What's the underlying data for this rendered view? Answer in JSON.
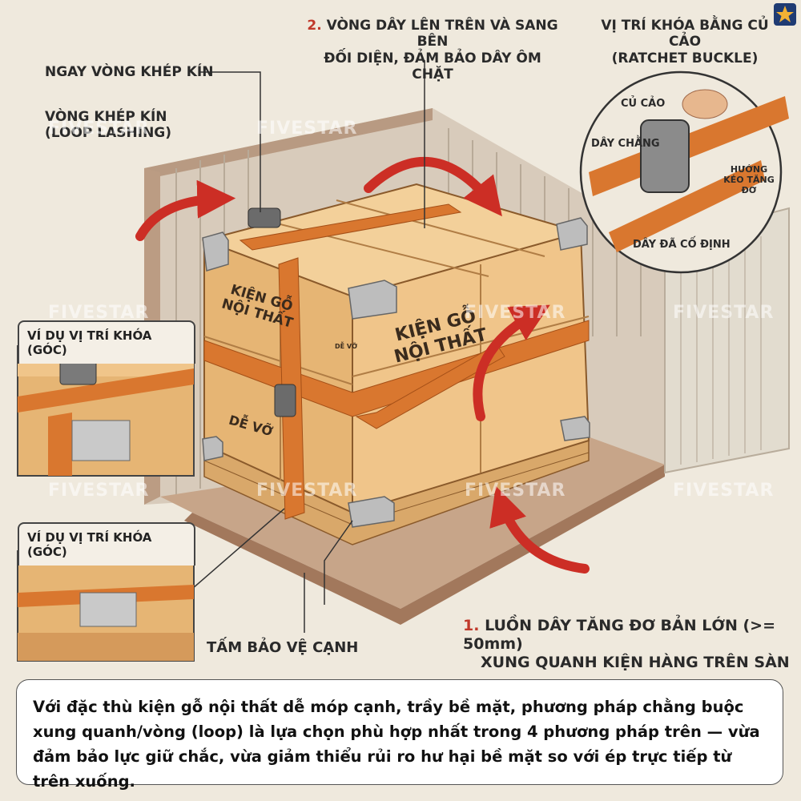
{
  "labels": {
    "loop_close": "NGAY VÒNG KHÉP KÍN",
    "loop_lashing_1": "VÒNG KHÉP KÍN",
    "loop_lashing_2": "(LOOP LASHING)",
    "step2_num": "2.",
    "step2_line1": "VÒNG DÂY LÊN TRÊN VÀ SANG BÊN",
    "step2_line2": "ĐỐI DIỆN, ĐẢM BẢO DÂY ÔM CHẶT",
    "buckle_line1": "VỊ TRÍ KHÓA BẰNG CỦ CẢO",
    "buckle_line2": "(RATCHET BUCKLE)",
    "step1_num": "1.",
    "step1_line1": "LUỒN DÂY TĂNG ĐƠ BẢN LỚN (>= 50mm)",
    "step1_line2": "XUNG QUANH KIỆN HÀNG TRÊN SÀN",
    "edge_protector": "TẤM BẢO VỆ CẠNH"
  },
  "circle_callouts": {
    "ratchet": "CỦ CẢO",
    "strap": "DÂY CHẰNG",
    "tension": "HƯỚNG KÉO TĂNG ĐƠ",
    "fixed": "DÂY ĐÃ CỐ ĐỊNH"
  },
  "insets": {
    "top_title": "VÍ DỤ VỊ TRÍ KHÓA (GÓC)",
    "bottom_title": "VÍ DỤ VỊ TRÍ KHÓA (GÓC)"
  },
  "crate_text": {
    "front_line1": "KIỆN GỖ",
    "front_line2": "NỘI THẤT",
    "side_line1": "KIỆN GỖ",
    "side_line2": "NỘI THẤT",
    "fragile_front": "DỄ VỠ",
    "fragile_small": "DỄ VỠ"
  },
  "watermark": "FIVESTAR",
  "caption": "Với đặc thù kiện gỗ nội thất dễ móp cạnh, trầy bề mặt, phương pháp chằng buộc xung quanh/vòng (loop) là lựa chọn phù hợp nhất trong 4 phương pháp trên — vừa đảm bảo lực giữ chắc, vừa giảm thiểu rủi ro hư hại bề mặt so với ép trực tiếp từ trên xuống.",
  "colors": {
    "strap": "#d9772f",
    "arrow": "#cc2e25",
    "wood": "#e8b877",
    "container": "#c9b8a5",
    "text": "#2a2a2a"
  }
}
